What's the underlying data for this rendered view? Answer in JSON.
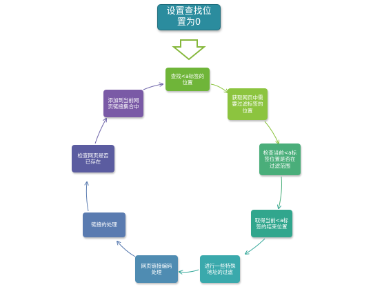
{
  "title": {
    "text": "设置查找位\n置为0",
    "color": "#2b8c9e"
  },
  "steps": [
    {
      "id": "find-a-tag",
      "text": "查找<a标签的\n位置",
      "color": "#6fb539"
    },
    {
      "id": "get-filter-tag",
      "text": "获取网页中需\n要过滤标签的\n位置",
      "color": "#8cc43f"
    },
    {
      "id": "check-a-in-filter",
      "text": "检查当前<a标\n签位置是否在\n过滤范围",
      "color": "#4aae7a"
    },
    {
      "id": "get-a-end",
      "text": "取得当前<a标\n签的结束位置",
      "color": "#31a68d"
    },
    {
      "id": "special-filter",
      "text": "进行一些特殊\n地址的过滤",
      "color": "#3aa9ac"
    },
    {
      "id": "encode-links",
      "text": "网页链接编码\n处理",
      "color": "#4f8cb2"
    },
    {
      "id": "link-process",
      "text": "链接的处理",
      "color": "#5a7bb0"
    },
    {
      "id": "check-exists",
      "text": "检查网页是否\n已存在",
      "color": "#5b5ca0"
    },
    {
      "id": "add-to-set",
      "text": "添加到当前网\n页链接集合中",
      "color": "#7a5aa6"
    }
  ],
  "colors": {
    "start_arrow_fill": "#ffffff",
    "start_arrow_stroke": "#86b83c"
  }
}
